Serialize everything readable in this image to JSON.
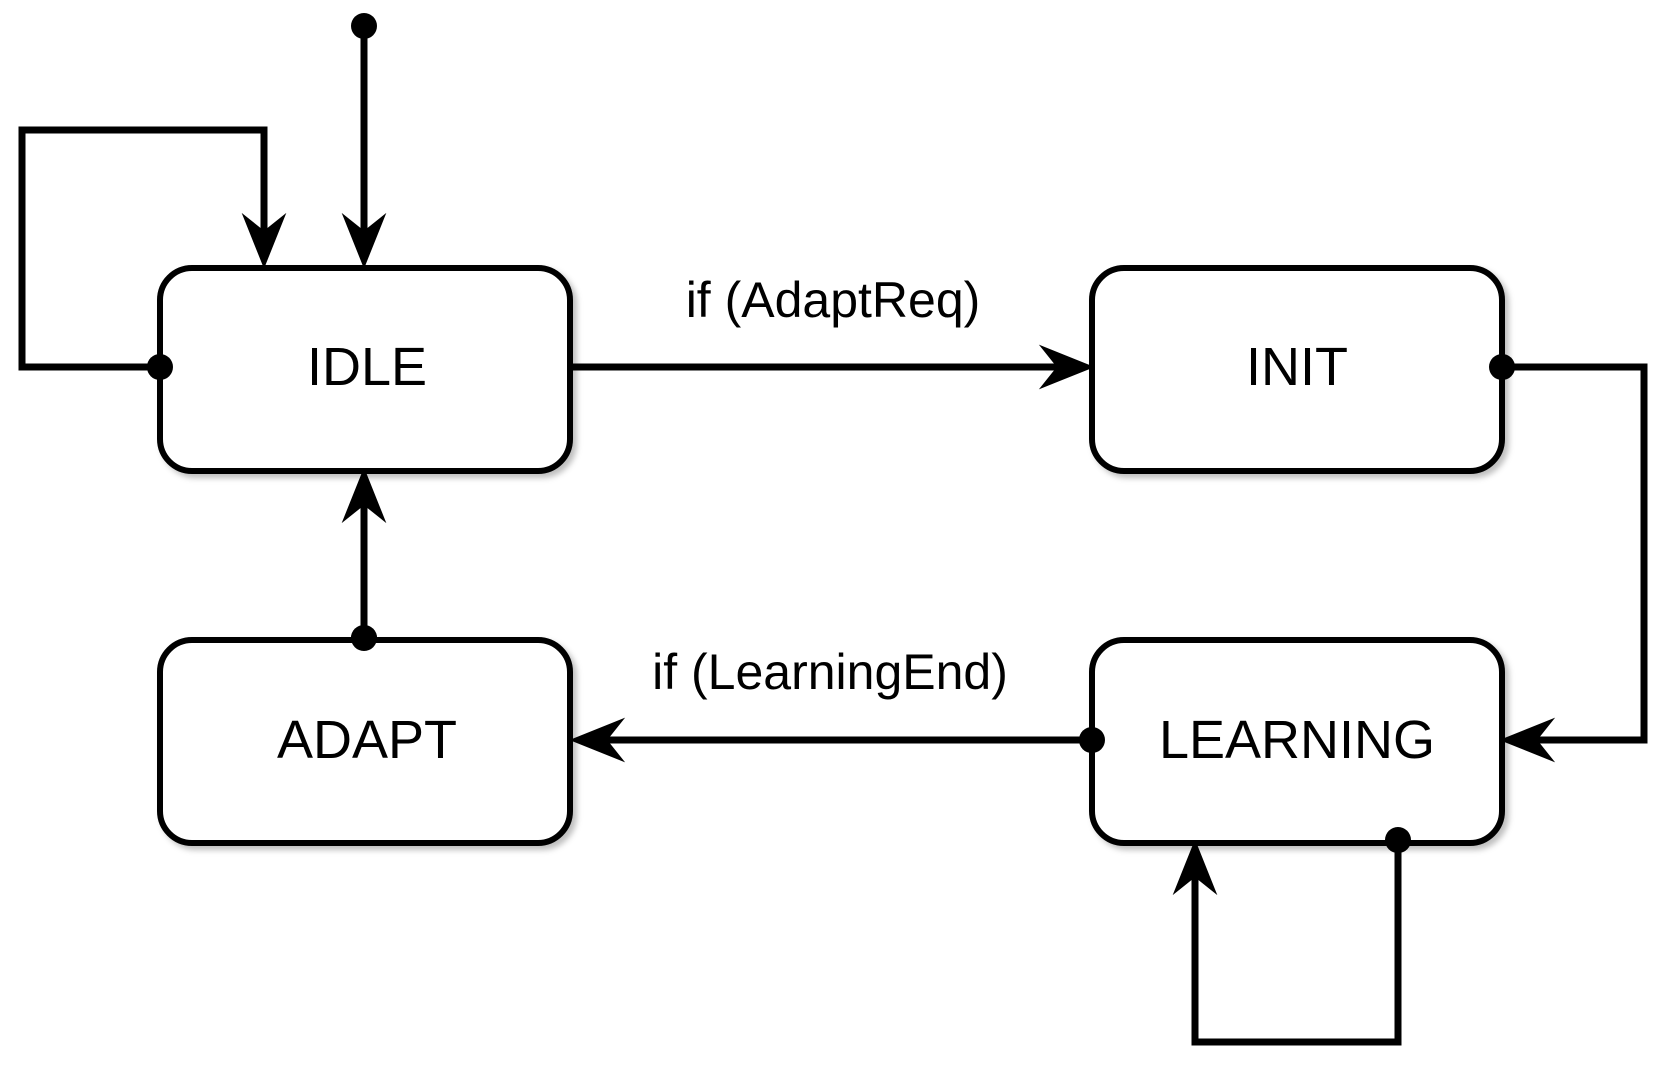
{
  "states": {
    "idle": "IDLE",
    "init": "INIT",
    "adapt": "ADAPT",
    "learning": "LEARNING"
  },
  "transitions": {
    "idle_to_init": "if (AdaptReq)",
    "learning_to_adapt": "if (LearningEnd)"
  },
  "colors": {
    "stroke": "#000000",
    "fill": "#ffffff"
  }
}
